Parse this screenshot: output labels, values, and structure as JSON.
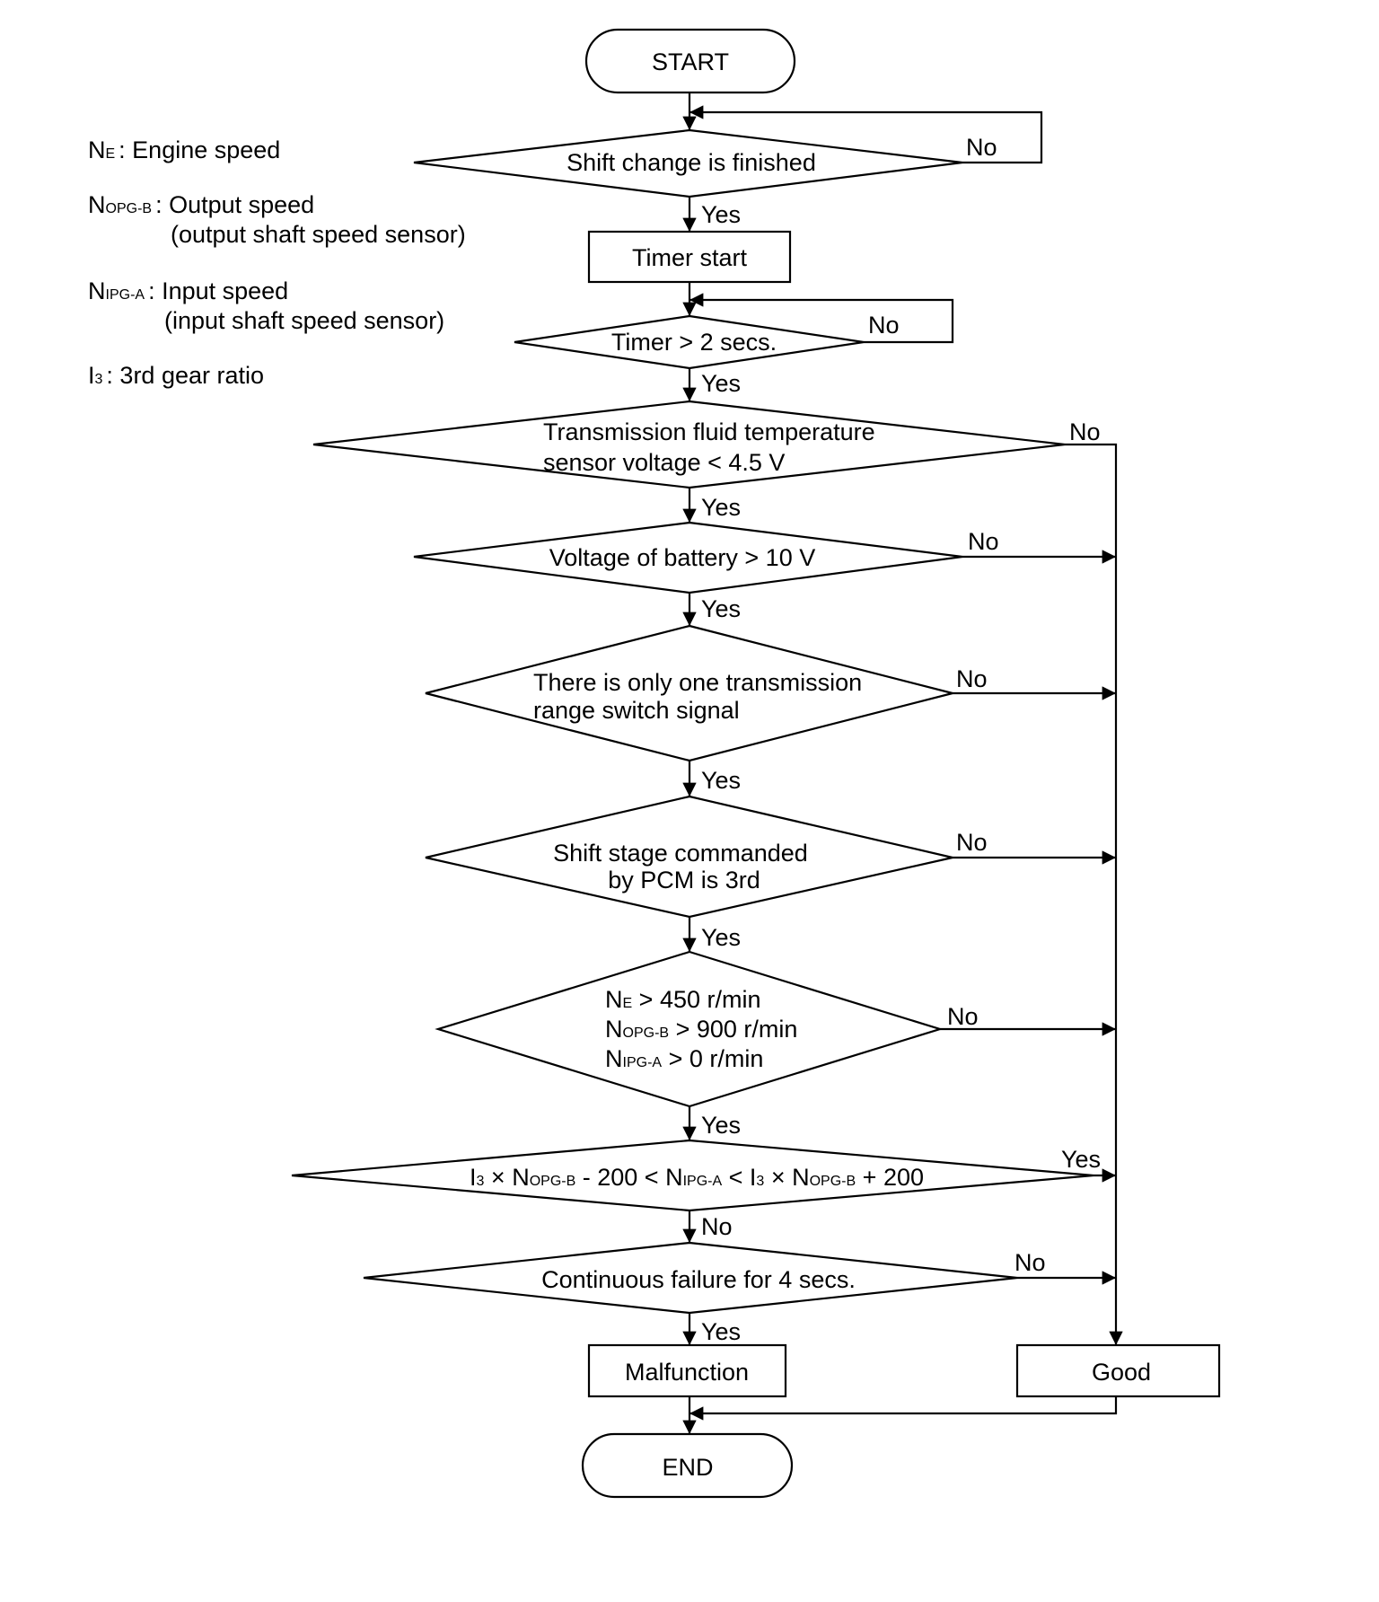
{
  "legend": {
    "ne": {
      "main": "N",
      "sub": "E",
      "desc": ": Engine speed"
    },
    "nopgb": {
      "main": "N",
      "sub": "OPG-B",
      "desc": ": Output speed",
      "desc2": "(output shaft speed sensor)"
    },
    "nipga": {
      "main": "N",
      "sub": "IPG-A",
      "desc": ": Input speed",
      "desc2": "(input shaft speed sensor)"
    },
    "i3": {
      "main": "I",
      "sub": "3",
      "desc": ": 3rd gear ratio"
    }
  },
  "nodes": {
    "start": "START",
    "shift_finished": "Shift change is finished",
    "timer_start": "Timer start",
    "timer_check": "Timer > 2 secs.",
    "tft_line1": "Transmission fluid temperature",
    "tft_line2": "sensor voltage < 4.5 V",
    "battery": "Voltage of battery > 10 V",
    "trs_line1": "There is only one transmission",
    "trs_line2": "range switch signal",
    "shift_line1": "Shift stage commanded",
    "shift_line2": "by PCM is 3rd",
    "speeds": {
      "l1_main": "N",
      "l1_sub": "E",
      "l1_rest": " > 450 r/min",
      "l2_main": "N",
      "l2_sub": "OPG-B",
      "l2_rest": " > 900 r/min",
      "l3_main": "N",
      "l3_sub": "IPG-A",
      "l3_rest": " > 0 r/min"
    },
    "ratio": {
      "p1": "I",
      "p1s": "3",
      "p2": " × N",
      "p2s": "OPG-B",
      "p3": " - 200 < N",
      "p3s": "IPG-A",
      "p4": " < I",
      "p4s": "3",
      "p5": " × N",
      "p5s": "OPG-B",
      "p6": " + 200"
    },
    "continuous": "Continuous failure for 4 secs.",
    "malfunction": "Malfunction",
    "good": "Good",
    "end": "END"
  },
  "labels": {
    "yes": "Yes",
    "no": "No"
  }
}
